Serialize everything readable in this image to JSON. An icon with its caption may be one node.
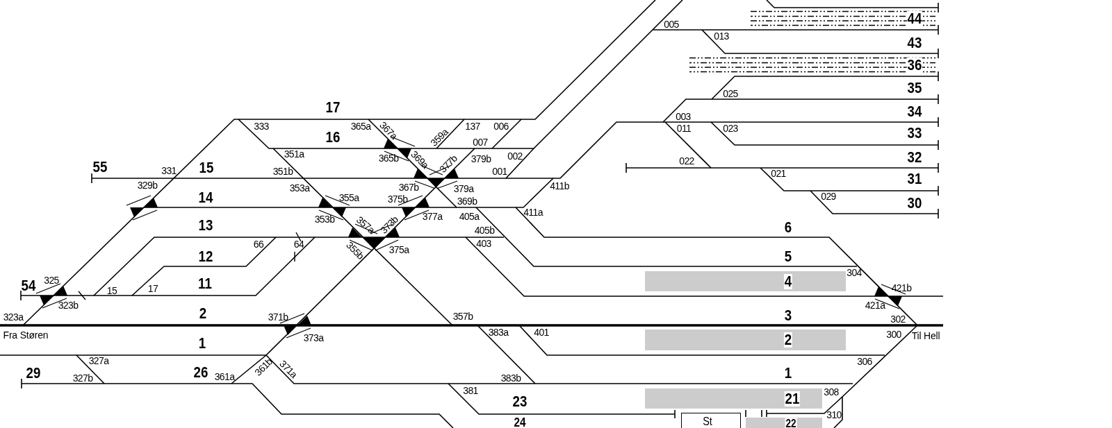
{
  "diagram": {
    "nodes": [
      {
        "text": [
          "44"
        ]
      },
      {
        "text": [
          "36"
        ]
      },
      {
        "text": [
          "4"
        ]
      },
      {
        "text": [
          "2"
        ]
      },
      {
        "text": [
          "21"
        ]
      },
      {
        "text": [
          "St"
        ]
      },
      {
        "text": [
          "22"
        ]
      }
    ],
    "labels": [
      "005",
      "013",
      "43",
      "35",
      "025",
      "17",
      "34",
      "003",
      "333",
      "365a",
      "137",
      "006",
      "011",
      "023",
      "33",
      "367a",
      "16",
      "359a",
      "007",
      "351a",
      "365b",
      "369a",
      "377b",
      "379b",
      "002",
      "022",
      "32",
      "55",
      "15",
      "331",
      "351b",
      "001",
      "021",
      "31",
      "329b",
      "353a",
      "367b",
      "379a",
      "411b",
      "029",
      "14",
      "355a",
      "375b",
      "369b",
      "30",
      "411a",
      "353b",
      "377a",
      "405a",
      "13",
      "357a",
      "373b",
      "405b",
      "6",
      "66",
      "64",
      "403",
      "355b",
      "375a",
      "12",
      "5",
      "304",
      "325",
      "54",
      "11",
      "421b",
      "15",
      "17",
      "323b",
      "421a",
      "323a",
      "2",
      "371b",
      "357b",
      "3",
      "302",
      "Fra Støren",
      "373a",
      "383a",
      "401",
      "300",
      "Til Hell",
      "1",
      "327a",
      "306",
      "361b",
      "371a",
      "29",
      "26",
      "1",
      "327b",
      "361a",
      "383b",
      "381",
      "308",
      "23",
      "310",
      "24"
    ]
  }
}
